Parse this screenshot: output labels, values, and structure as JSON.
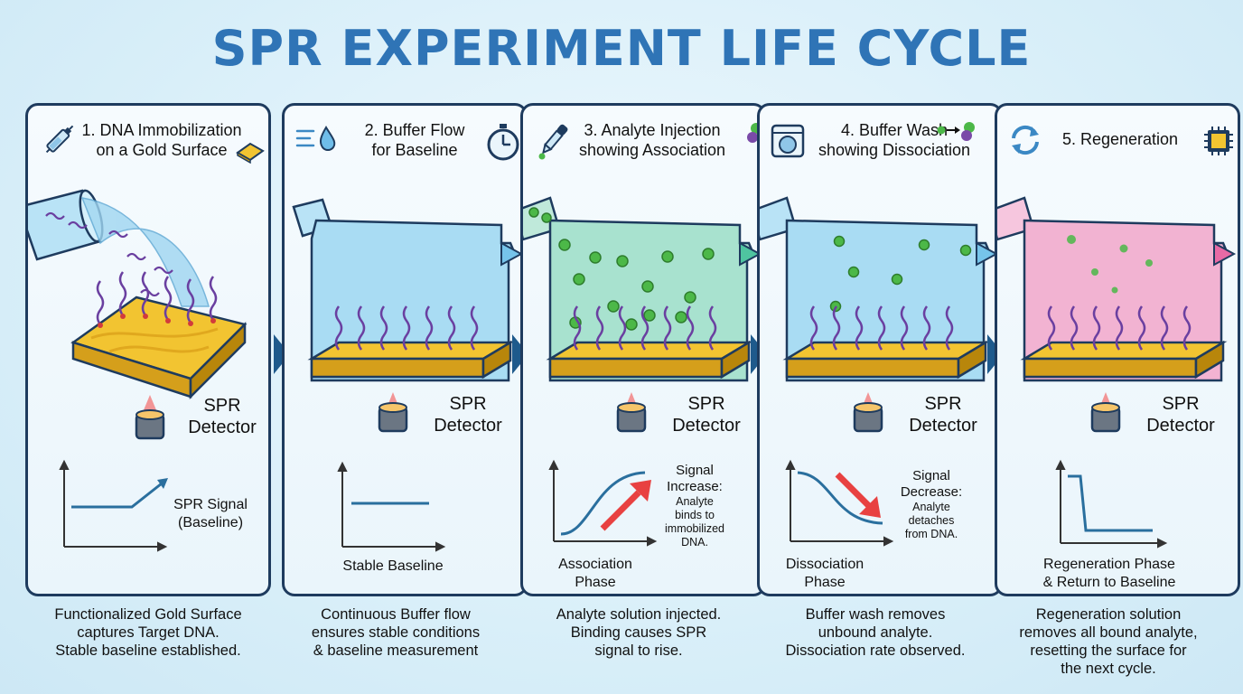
{
  "title": "SPR EXPERIMENT LIFE CYCLE",
  "panels": [
    {
      "step_line1": "1. DNA Immobilization",
      "step_line2": "on a Gold Surface",
      "detector_line1": "SPR",
      "detector_line2": "Detector",
      "graph_label_line1": "SPR Signal",
      "graph_label_line2": "(Baseline)",
      "caption_line1": "Functionalized Gold Surface",
      "caption_line2": "captures Target DNA.",
      "caption_line3": "Stable baseline established."
    },
    {
      "step_line1": "2. Buffer Flow",
      "step_line2": "for Baseline",
      "detector_line1": "SPR",
      "detector_line2": "Detector",
      "graph_label_line1": "Stable Baseline",
      "caption_line1": "Continuous Buffer flow",
      "caption_line2": "ensures stable conditions",
      "caption_line3": "& baseline measurement"
    },
    {
      "step_line1": "3. Analyte Injection",
      "step_line2": "showing Association",
      "detector_line1": "SPR",
      "detector_line2": "Detector",
      "graph_label_line1": "Association",
      "graph_label_line2": "Phase",
      "note_line1": "Signal",
      "note_line2": "Increase:",
      "note_line3": "Analyte",
      "note_line4": "binds to",
      "note_line5": "immobilized",
      "note_line6": "DNA.",
      "caption_line1": "Analyte solution injected.",
      "caption_line2": "Binding causes SPR",
      "caption_line3": "signal to rise."
    },
    {
      "step_line1": "4. Buffer Wash",
      "step_line2": "showing Dissociation",
      "detector_line1": "SPR",
      "detector_line2": "Detector",
      "graph_label_line1": "Dissociation",
      "graph_label_line2": "Phase",
      "note_line1": "Signal",
      "note_line2": "Decrease:",
      "note_line3": "Analyte",
      "note_line4": "detaches",
      "note_line5": "from DNA.",
      "caption_line1": "Buffer wash removes",
      "caption_line2": "unbound analyte.",
      "caption_line3": "Dissociation rate observed."
    },
    {
      "step_line1": "5. Regeneration",
      "detector_line1": "SPR",
      "detector_line2": "Detector",
      "graph_label_line1": "Regeneration Phase",
      "graph_label_line2": "& Return to Baseline",
      "caption_line1": "Regeneration solution",
      "caption_line2": "removes all bound analyte,",
      "caption_line3": "resetting the surface for",
      "caption_line4": "the next cycle."
    }
  ],
  "colors": {
    "title": "#2f74b6",
    "border": "#1e3b5e",
    "gold": "#f2c431",
    "buffer": "#a9dcf3",
    "analyte_fluid": "#a8e2cf",
    "regen_fluid": "#f2b3d2",
    "analyte_ball": "#4cb848",
    "dna_purple": "#6a3fa0",
    "arrow_red": "#e84141",
    "curve_blue": "#2a6f9e"
  }
}
